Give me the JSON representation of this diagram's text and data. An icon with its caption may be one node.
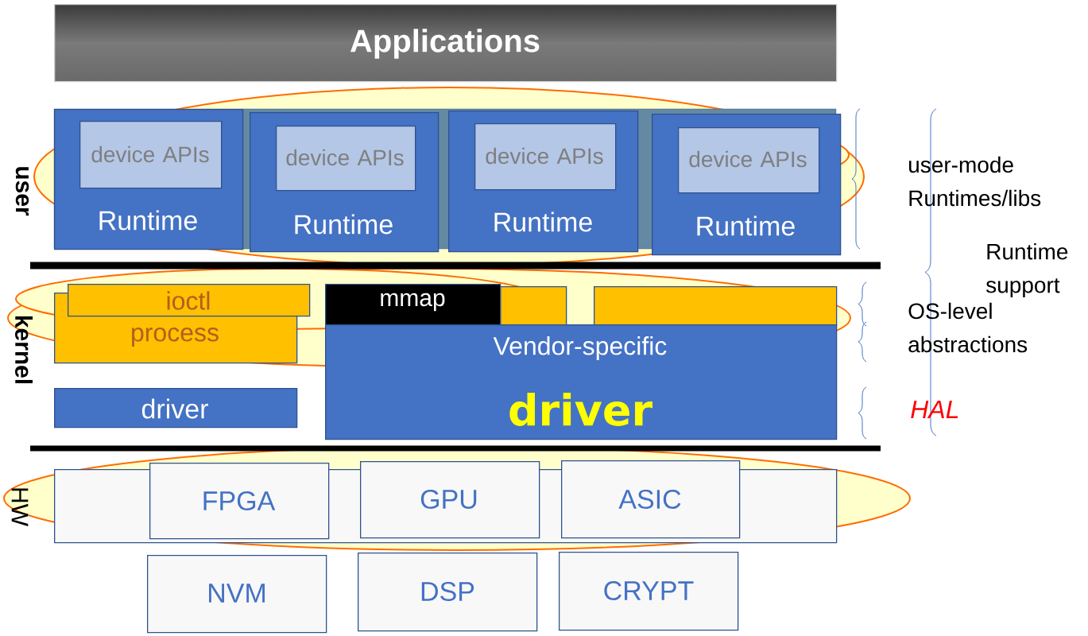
{
  "diagram": {
    "nodes": [
      {
        "text": [
          "Applications"
        ]
      },
      {
        "text": [
          "Runtime"
        ]
      },
      {
        "text": [
          "device APIs"
        ],
        "in": 1
      },
      {
        "text": [
          "Runtime"
        ]
      },
      {
        "text": [
          "device APIs"
        ],
        "in": 3
      },
      {
        "text": [
          "Runtime"
        ]
      },
      {
        "text": [
          "device APIs"
        ],
        "in": 5
      },
      {
        "text": [
          "Runtime"
        ]
      },
      {
        "text": [
          "device APIs"
        ],
        "in": 7
      },
      {
        "text": [
          "process"
        ]
      },
      {
        "text": [
          "ioctl"
        ]
      },
      {
        "text": [],
        "shape": "box"
      },
      {
        "text": [
          "mmap"
        ]
      },
      {
        "text": [],
        "shape": "box"
      },
      {
        "text": [
          "Vendor-specific",
          "driver"
        ]
      },
      {
        "text": [
          "driver"
        ]
      },
      {
        "text": [],
        "shape": "box"
      },
      {
        "text": [
          "FPGA"
        ]
      },
      {
        "text": [
          "GPU"
        ]
      },
      {
        "text": [
          "ASIC"
        ]
      },
      {
        "text": [
          "NVM"
        ]
      },
      {
        "text": [
          "DSP"
        ]
      },
      {
        "text": [
          "CRYPT"
        ]
      }
    ],
    "labels": [
      "user",
      "kernel",
      "HW",
      "user-mode Runtimes/libs",
      "Runtime support",
      "OS-level abstractions",
      "HAL"
    ]
  }
}
